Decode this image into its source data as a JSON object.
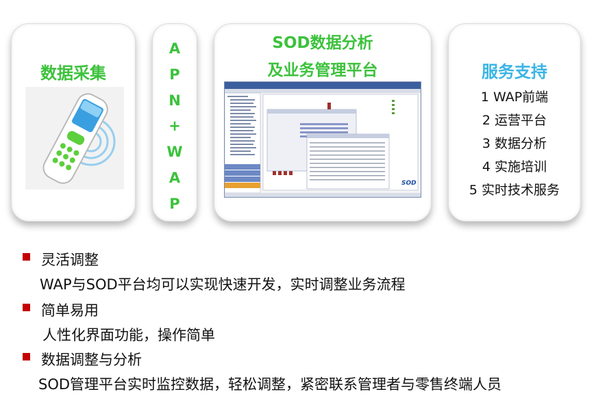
{
  "cards": {
    "collect": {
      "title": "数据采集"
    },
    "apn": {
      "letters": [
        "A",
        "P",
        "N",
        "+",
        "W",
        "A",
        "P"
      ]
    },
    "sod": {
      "title_line1": "SOD数据分析",
      "title_line2": "及业务管理平台"
    },
    "service": {
      "title": "服务支持",
      "items": [
        "1 WAP前端",
        "2 运营平台",
        "3 数据分析",
        "4 实施培训",
        "5 实时技术服务"
      ]
    }
  },
  "bullets": [
    {
      "heading": "灵活调整",
      "detail": "WAP与SOD平台均可以实现快速开发，实时调整业务流程"
    },
    {
      "heading": "简单易用",
      "detail": "人性化界面功能，操作简单"
    },
    {
      "heading": "数据调整与分析",
      "detail": "SOD管理平台实时监控数据，轻松调整，紧密联系管理者与零售终端人员"
    }
  ],
  "colors": {
    "green": "#3cc23c",
    "blue": "#3cb5e5",
    "bullet_red": "#c40000"
  }
}
